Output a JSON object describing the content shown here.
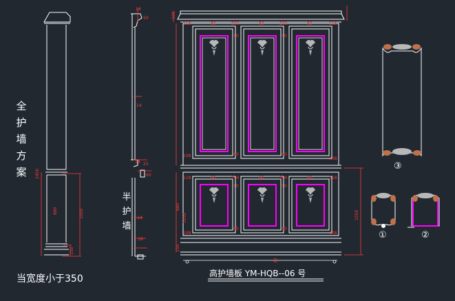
{
  "labels": {
    "full_wall": [
      "全",
      "护",
      "墙",
      "方",
      "案"
    ],
    "half_wall": [
      "半",
      "护",
      "墙"
    ],
    "width_note": "当宽度小于350",
    "drawing_title": "高护墙板 YM-HQB--06 号",
    "detail_1": "①",
    "detail_2": "②",
    "detail_3": "③"
  },
  "dims": {
    "column_total": "2450",
    "column_mid": "880",
    "column_lower": "1050",
    "column_base": "150",
    "profile_top": "18",
    "profile_top2": "50",
    "profile_mid": "14",
    "profile_rail": "18",
    "profile_rail2": "25",
    "profile_rail3": "60",
    "profile_low1": "14",
    "profile_low2": "18",
    "panel_stile": "118",
    "panel_gap": "200",
    "panel_edge": "80",
    "panel_inner": "10",
    "panel_rail": "108",
    "panel_height": "1050",
    "panel_upper": "880",
    "panel_base": "150",
    "top_height": "100"
  },
  "colors": {
    "background": "#212830",
    "lines": "#ffffff",
    "inlay": "#ff00ff",
    "dimension": "#ff3b3b",
    "carving": "#b8b8b8",
    "carving_accent": "#c0704a"
  }
}
